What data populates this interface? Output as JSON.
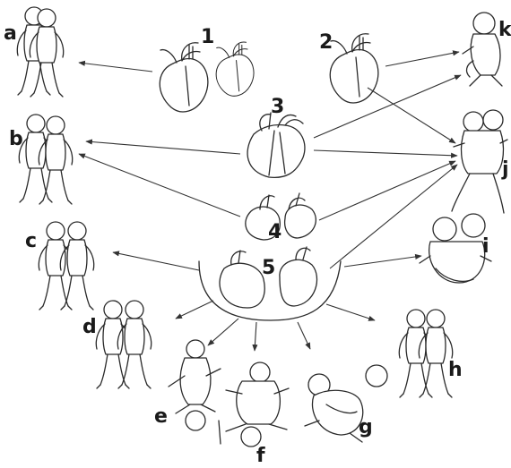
{
  "heart_labels": [
    "1",
    "2",
    "3",
    "4",
    "5"
  ],
  "twin_labels": [
    "a",
    "b",
    "c",
    "d",
    "e",
    "f",
    "g",
    "h",
    "i",
    "j",
    "k"
  ]
}
